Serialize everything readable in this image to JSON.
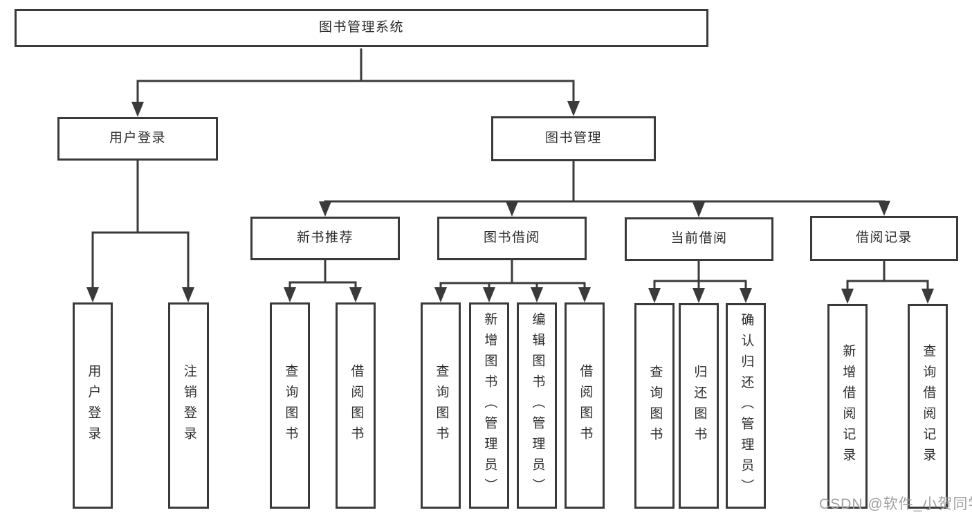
{
  "tree": {
    "root": {
      "label": "图书管理系统",
      "children": [
        {
          "label": "用户登录",
          "children": [
            {
              "label": "用户登录"
            },
            {
              "label": "注销登录"
            }
          ]
        },
        {
          "label": "图书管理",
          "children": [
            {
              "label": "新书推荐",
              "children": [
                {
                  "label": "查询图书"
                },
                {
                  "label": "借阅图书"
                }
              ]
            },
            {
              "label": "图书借阅",
              "children": [
                {
                  "label": "查询图书"
                },
                {
                  "label": "新增图书（管理员）"
                },
                {
                  "label": "编辑图书（管理员）"
                },
                {
                  "label": "借阅图书"
                }
              ]
            },
            {
              "label": "当前借阅",
              "children": [
                {
                  "label": "查询图书"
                },
                {
                  "label": "归还图书"
                },
                {
                  "label": "确认归还（管理员）"
                }
              ]
            },
            {
              "label": "借阅记录",
              "children": [
                {
                  "label": "新增借阅记录"
                },
                {
                  "label": "查询借阅记录"
                }
              ]
            }
          ]
        }
      ]
    }
  },
  "watermark": {
    "text": "CSDN @软件_小贺同学"
  },
  "colors": {
    "line": "#3a3a3a",
    "text": "#2d2d2d",
    "background": "#ffffff",
    "watermark": "#a0a0a0"
  }
}
